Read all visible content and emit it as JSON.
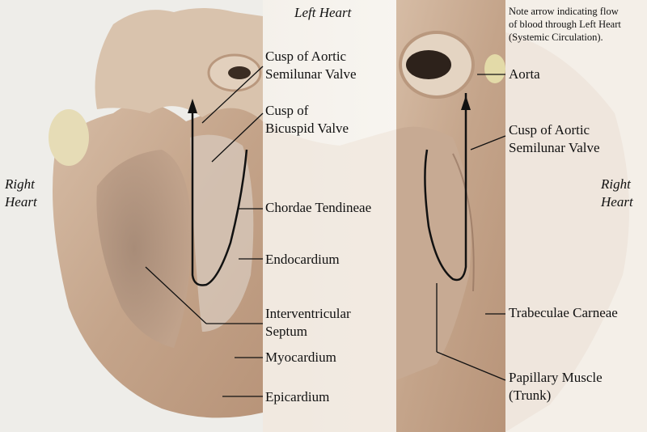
{
  "colors": {
    "background": "#f3f2ee",
    "tissue": "#c9ae97",
    "tissue_dark": "#9c7f68",
    "fade_panel": "#f7f3ee",
    "line": "#111111"
  },
  "labels": {
    "left_heart": "Left Heart",
    "right_heart_left": [
      "Right",
      "Heart"
    ],
    "right_heart_right": [
      "Right",
      "Heart"
    ],
    "note": [
      "Note arrow indicating flow",
      "of blood through Left Heart",
      "(Systemic Circulation)."
    ],
    "left_column": {
      "aortic_cusp": [
        "Cusp of Aortic",
        "Semilunar Valve"
      ],
      "bicuspid_cusp": [
        "Cusp of",
        "Bicuspid Valve"
      ],
      "chordae": "Chordae Tendineae",
      "endocardium": "Endocardium",
      "septum": [
        "Interventricular",
        "Septum"
      ],
      "myocardium": "Myocardium",
      "epicardium": "Epicardium"
    },
    "right_column": {
      "aorta": "Aorta",
      "aortic_cusp": [
        "Cusp of Aortic",
        "Semilunar Valve"
      ],
      "trabeculae": "Trabeculae Carneae",
      "papillary": [
        "Papillary Muscle",
        "(Trunk)"
      ]
    }
  }
}
